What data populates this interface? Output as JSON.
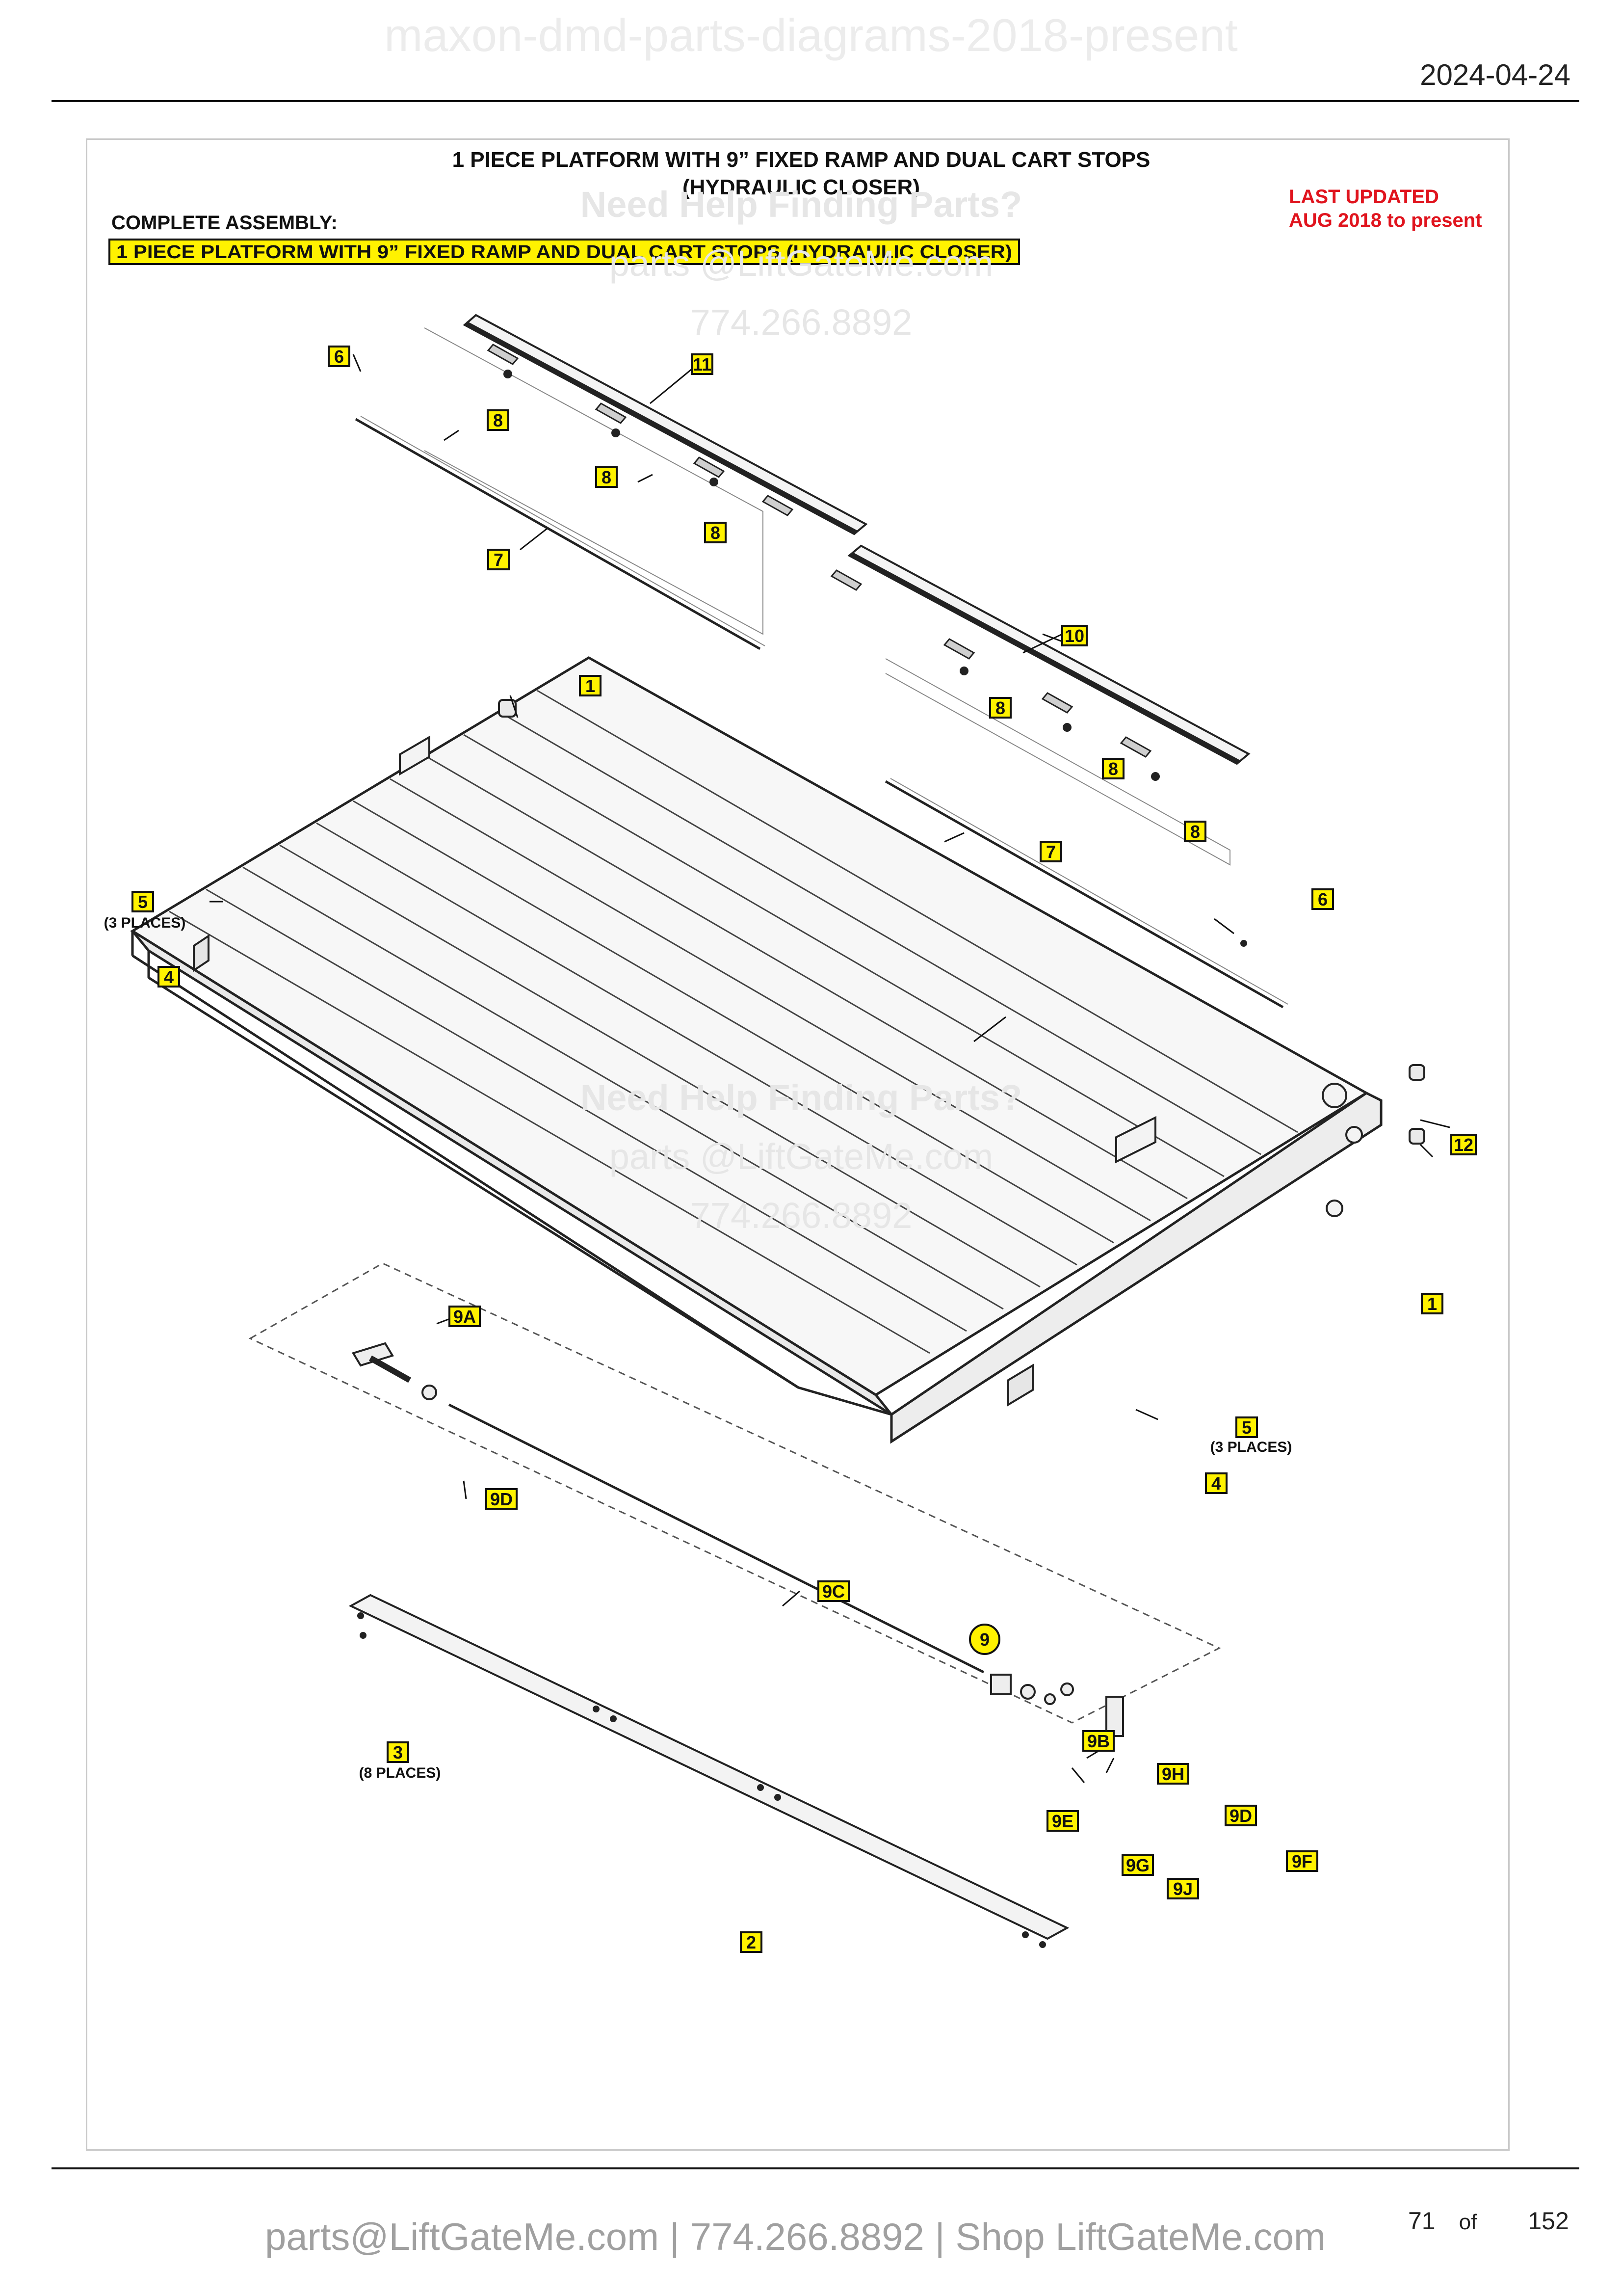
{
  "document": {
    "watermark_title": "maxon-dmd-parts-diagrams-2018-present",
    "date": "2024-04-24",
    "title_line1": "1 PIECE PLATFORM WITH 9” FIXED RAMP AND DUAL CART STOPS",
    "title_line2": "(HYDRAULIC CLOSER)",
    "complete_assembly_label": "COMPLETE ASSEMBLY:",
    "complete_assembly_value": "1 PIECE PLATFORM WITH 9” FIXED RAMP AND DUAL CART STOPS (HYDRAULIC CLOSER)",
    "last_updated_line1": "LAST UPDATED",
    "last_updated_line2": "AUG 2018 to present"
  },
  "watermark": {
    "line1": "Need Help Finding Parts?",
    "line2": "parts @LiftGateMe.com",
    "line3": "774.266.8892"
  },
  "callouts": {
    "c1": "1",
    "c2": "2",
    "c3": "3",
    "c4": "4",
    "c5": "5",
    "c6": "6",
    "c7": "7",
    "c8": "8",
    "c9": "9",
    "c9a": "9A",
    "c9b": "9B",
    "c9c": "9C",
    "c9d": "9D",
    "c9e": "9E",
    "c9f": "9F",
    "c9g": "9G",
    "c9h": "9H",
    "c9j": "9J",
    "c10": "10",
    "c11": "11",
    "c12": "12"
  },
  "notes": {
    "three_places": "(3 PLACES)",
    "eight_places": "(8 PLACES)"
  },
  "footer": {
    "contact": "parts@LiftGateMe.com | 774.266.8892 | Shop LiftGateMe.com",
    "page_number": "71",
    "of": "of",
    "page_total": "152"
  },
  "colors": {
    "callout_fill": "#fff200",
    "updated_text": "#e0141e",
    "watermark": "#e6e6e6"
  }
}
